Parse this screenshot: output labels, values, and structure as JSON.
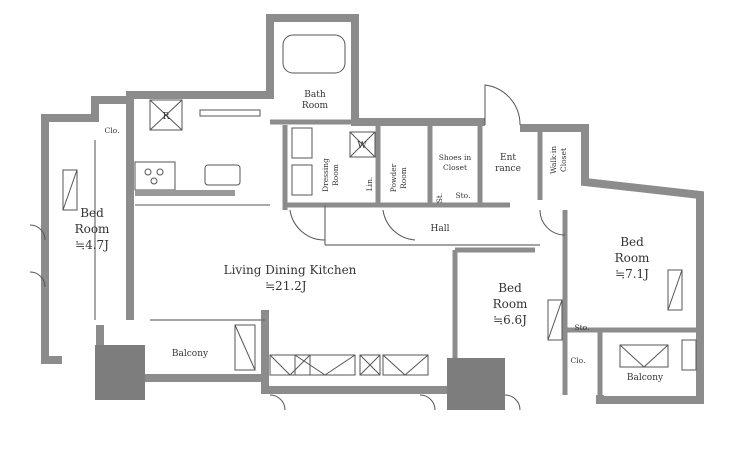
{
  "plan": {
    "rooms": {
      "ldk": {
        "name": "Living Dining Kitchen",
        "size": "≒21.2J"
      },
      "bed_left": {
        "name1": "Bed",
        "name2": "Room",
        "size": "≒4.7J"
      },
      "bed_mid": {
        "name1": "Bed",
        "name2": "Room",
        "size": "≒6.6J"
      },
      "bed_right": {
        "name1": "Bed",
        "name2": "Room",
        "size": "≒7.1J"
      },
      "bath": {
        "name1": "Bath",
        "name2": "Room"
      },
      "dressing": {
        "name1": "Dressing",
        "name2": "Room"
      },
      "powder": {
        "name1": "Powder",
        "name2": "Room"
      },
      "shoes": {
        "name1": "Shoes in",
        "name2": "Closet"
      },
      "entrance": {
        "name1": "Ent",
        "name2": "rance"
      },
      "walkin": {
        "name1": "Walk-in",
        "name2": "Closet"
      },
      "hall": "Hall",
      "balcony_left": "Balcony",
      "balcony_right": "Balcony"
    },
    "marks": {
      "refrigerator": "R",
      "washer": "W",
      "linen": "Lin.",
      "storage_hall": "Sto.",
      "storage_small": "St.",
      "storage_bed": "Sto.",
      "closet_left": "Clo.",
      "closet_mid": "Clo."
    }
  }
}
